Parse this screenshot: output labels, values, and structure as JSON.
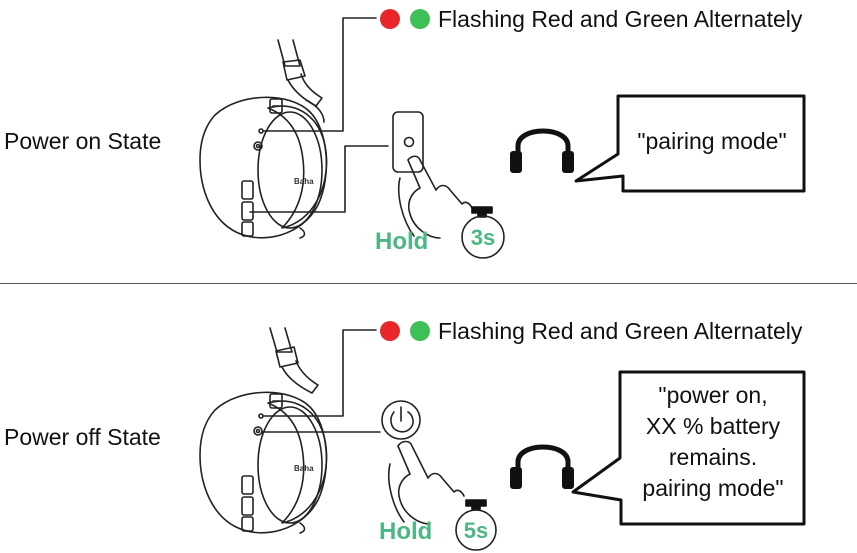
{
  "colors": {
    "led_red": "#e8272a",
    "led_green": "#3ec056",
    "accent_green": "#4cb782"
  },
  "top": {
    "state_label": "Power on State",
    "led_text": "Flashing Red and Green Alternately",
    "hold_label": "Hold",
    "timer": "3s",
    "voice_prompt": "\"pairing mode\""
  },
  "bottom": {
    "state_label": "Power off State",
    "led_text": "Flashing Red and Green Alternately",
    "hold_label": "Hold",
    "timer": "5s",
    "voice_prompt": "\"power on,\nXX % battery\nremains.\npairing mode\""
  },
  "icons": [
    "headphone-earcup-icon",
    "press-finger-icon",
    "power-icon",
    "stopwatch-icon",
    "headphones-icon",
    "speech-bubble-icon"
  ]
}
